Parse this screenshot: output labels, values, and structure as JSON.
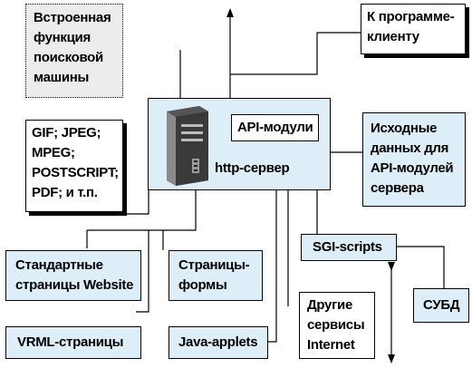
{
  "nodes": {
    "search": [
      "Встроенная",
      "функция",
      "поисковой",
      "машины"
    ],
    "client": [
      "К программе-",
      "клиенту"
    ],
    "api_modules": "API-модули",
    "http_server": "http-сервер",
    "formats": [
      "GIF; JPEG;",
      "MPEG;",
      "POSTSCRIPT;",
      "PDF; и т.п."
    ],
    "source_data": [
      "Исходные",
      "данных для",
      "API-модулей",
      "сервера"
    ],
    "standard_pages": [
      "Стандартные",
      "страницы Website"
    ],
    "form_pages": [
      "Страницы-",
      "формы"
    ],
    "sgi_scripts": "SGI-scripts",
    "dbms": "СУБД",
    "vrml_pages": "VRML-страницы",
    "java_applets": "Java-applets",
    "other_services": [
      "Другие",
      "сервисы",
      "Internet"
    ]
  },
  "colors": {
    "box_fill": "#ddeef8",
    "dotted_fill": "#ececec",
    "server_body": "#2b2b2b"
  }
}
